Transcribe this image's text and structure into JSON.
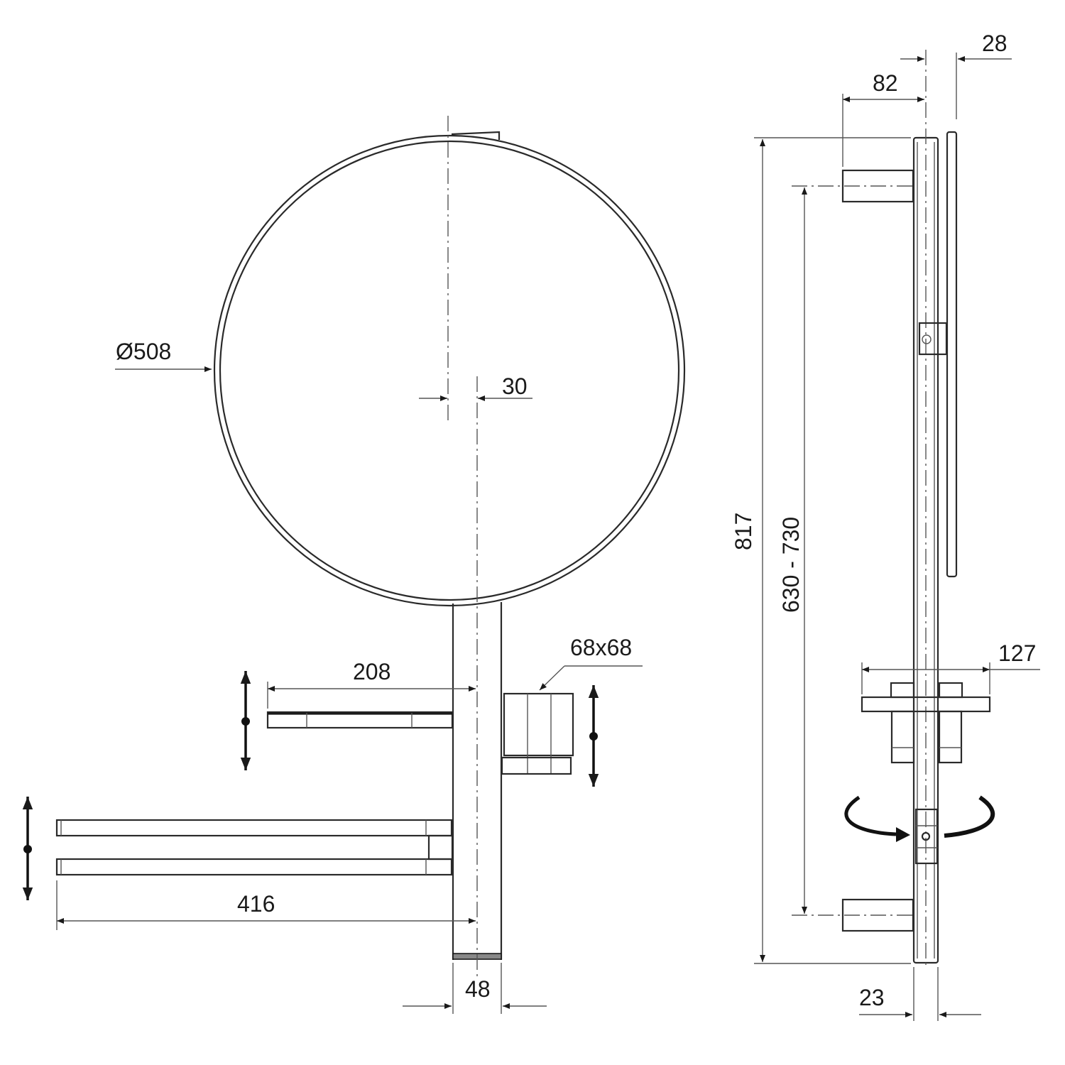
{
  "drawing": {
    "title": "Round mirror with column, shelf, tumbler holder and swivel towel rails — dimensioned drawing",
    "views": [
      "front-view",
      "side-view"
    ],
    "units": "mm"
  },
  "front_view": {
    "mirror_diameter": "Ø508",
    "mirror_offset": "30",
    "shelf_length": "208",
    "tumbler_size": "68x68",
    "towel_rail_length": "416",
    "column_width": "48"
  },
  "side_view": {
    "bracket_depth": "82",
    "mirror_offset_depth": "28",
    "total_height": "817",
    "mounting_range": "630 - 730",
    "shelf_depth": "127",
    "column_depth": "23"
  },
  "colors": {
    "line": "#1a1a1a",
    "background": "#ffffff"
  }
}
